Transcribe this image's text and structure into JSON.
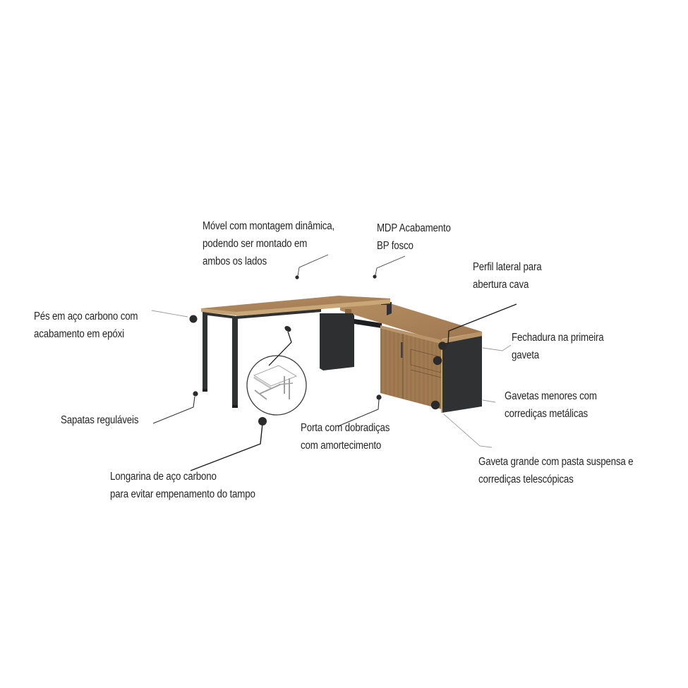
{
  "diagram": {
    "subject": "L-shaped office desk with side cabinet",
    "colors": {
      "wood": "#a57f55",
      "wood_light": "#c29d6e",
      "wood_dark": "#8a6643",
      "metal": "#2f3133",
      "marker": "#2b2b2b",
      "leader_dark": "#1f1f1f",
      "leader_light": "#9a9a9a",
      "text": "#262626"
    },
    "annotations": [
      {
        "id": "montagem",
        "lines": [
          "Móvel com montagem dinâmica,",
          "podendo ser montado em",
          "ambos os lados"
        ]
      },
      {
        "id": "mdp",
        "lines": [
          "MDP Acabamento",
          "BP fosco"
        ]
      },
      {
        "id": "perfil",
        "lines": [
          "Perfil lateral para",
          "abertura cava"
        ]
      },
      {
        "id": "pes",
        "lines": [
          "Pés em aço carbono com",
          "acabamento em epóxi"
        ]
      },
      {
        "id": "fechadura",
        "lines": [
          "Fechadura na primeira",
          "gaveta"
        ]
      },
      {
        "id": "gavetas-menores",
        "lines": [
          "Gavetas menores com",
          "corrediças metálicas"
        ]
      },
      {
        "id": "sapatas",
        "lines": [
          "Sapatas reguláveis"
        ]
      },
      {
        "id": "porta",
        "lines": [
          "Porta com dobradiças",
          "com amortecimento"
        ]
      },
      {
        "id": "gaveta-grande",
        "lines": [
          "Gaveta grande com pasta suspensa e",
          "corrediças telescópicas"
        ]
      },
      {
        "id": "longarina",
        "lines": [
          "Longarina de aço carbono",
          "para evitar empenamento do tampo"
        ]
      }
    ]
  }
}
